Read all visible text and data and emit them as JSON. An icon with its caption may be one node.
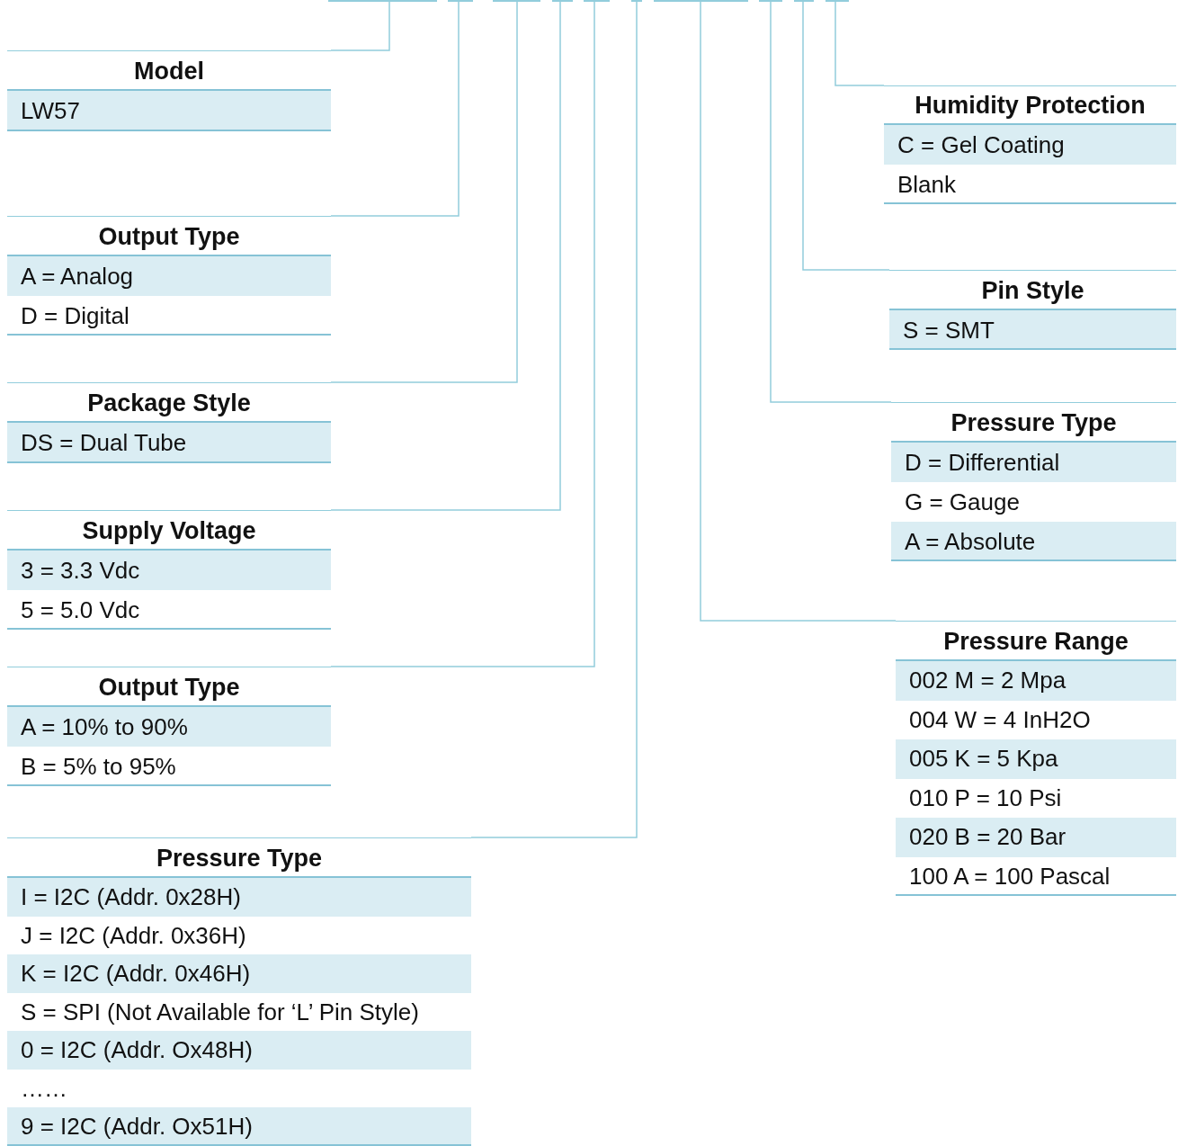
{
  "diagram": {
    "nodes": [
      {
        "text": [],
        "shape": "bar"
      },
      {
        "text": [],
        "shape": "bar"
      },
      {
        "text": [],
        "shape": "bar"
      },
      {
        "text": [],
        "shape": "bar"
      },
      {
        "text": [],
        "shape": "bar"
      },
      {
        "text": [],
        "shape": "bar"
      },
      {
        "text": [],
        "shape": "bar"
      },
      {
        "text": [],
        "shape": "bar"
      },
      {
        "text": [],
        "shape": "bar"
      },
      {
        "text": [],
        "shape": "bar"
      },
      {
        "text": [
          "Model",
          "LW57"
        ]
      },
      {
        "text": [
          "Humidity Protection",
          "C = Gel Coating",
          "Blank"
        ]
      },
      {
        "text": [
          "Output Type",
          "A = Analog",
          "D = Digital"
        ]
      },
      {
        "text": [
          "Pin Style",
          "S = SMT"
        ]
      },
      {
        "text": [
          "Package Style",
          "DS = Dual Tube"
        ]
      },
      {
        "text": [
          "Pressure Type",
          "D = Differential",
          "G = Gauge",
          "A = Absolute"
        ]
      },
      {
        "text": [
          "Supply Voltage",
          "3 = 3.3 Vdc",
          "5 = 5.0 Vdc"
        ]
      },
      {
        "text": [
          "Pressure Range",
          "002 M = 2 Mpa",
          "004 W = 4 InH2O",
          "005 K = 5 Kpa",
          "010 P = 10 Psi",
          "020 B = 20 Bar",
          "100 A = 100 Pascal"
        ]
      },
      {
        "text": [
          "Output Type",
          "A = 10% to 90%",
          "B = 5% to 95%"
        ]
      },
      {
        "text": [
          "Pressure Type",
          "I = I2C (Addr. 0x28H)",
          "J = I2C (Addr. 0x36H)",
          "K = I2C (Addr. 0x46H)",
          "S = SPI (Not Available for ‘L’ Pin Style)",
          "0 = I2C (Addr. Ox48H)",
          "……",
          "9 = I2C (Addr. Ox51H)"
        ]
      }
    ],
    "edges": [
      {
        "from": 10,
        "to": 0,
        "arrow": "none"
      },
      {
        "from": 12,
        "to": 1,
        "arrow": "none"
      },
      {
        "from": 14,
        "to": 2,
        "arrow": "none"
      },
      {
        "from": 16,
        "to": 3,
        "arrow": "none"
      },
      {
        "from": 18,
        "to": 4,
        "arrow": "none"
      },
      {
        "from": 19,
        "to": 5,
        "arrow": "none"
      },
      {
        "from": 17,
        "to": 6,
        "arrow": "none"
      },
      {
        "from": 15,
        "to": 7,
        "arrow": "none"
      },
      {
        "from": 13,
        "to": 8,
        "arrow": "none"
      },
      {
        "from": 11,
        "to": 9,
        "arrow": "none"
      }
    ]
  }
}
